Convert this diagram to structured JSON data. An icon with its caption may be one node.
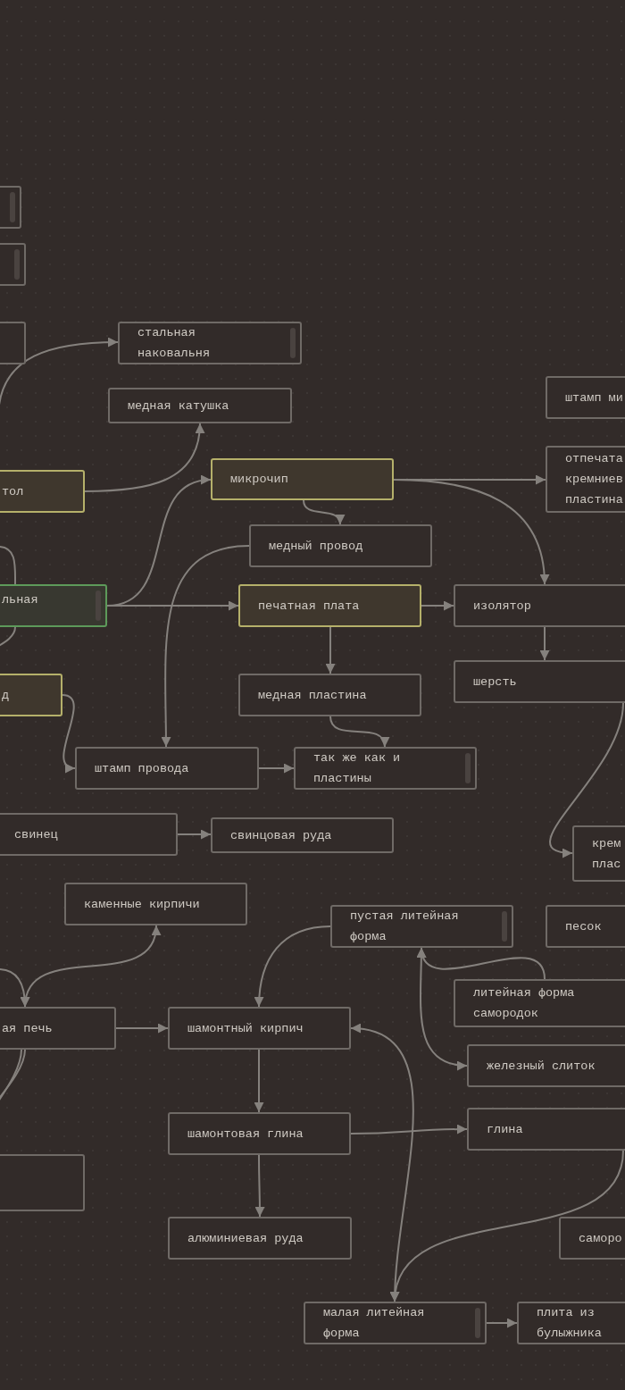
{
  "diagram": {
    "nodes": [
      {
        "text": [],
        "shape": "box"
      },
      {
        "text": [],
        "shape": "box"
      },
      {
        "text": [],
        "shape": "box"
      },
      {
        "text": [
          "стальная наковальня"
        ]
      },
      {
        "text": [
          "медная катушка"
        ]
      },
      {
        "text": [
          "тол"
        ]
      },
      {
        "text": [
          "микрочип"
        ]
      },
      {
        "text": [
          "штамп ми"
        ]
      },
      {
        "text": [
          "отпечата кремниев пластина"
        ]
      },
      {
        "text": [
          "медный провод"
        ]
      },
      {
        "text": [
          "льная"
        ]
      },
      {
        "text": [
          "печатная плата"
        ]
      },
      {
        "text": [
          "изолятор"
        ]
      },
      {
        "text": [
          "шерсть"
        ]
      },
      {
        "text": [
          "д"
        ]
      },
      {
        "text": [
          "медная пластина"
        ]
      },
      {
        "text": [
          "штамп провода"
        ]
      },
      {
        "text": [
          "так же как и пластины"
        ]
      },
      {
        "text": [
          "свинец"
        ]
      },
      {
        "text": [
          "свинцовая руда"
        ]
      },
      {
        "text": [
          "крем плас"
        ]
      },
      {
        "text": [
          "каменные кирпичи"
        ]
      },
      {
        "text": [
          "пустая литейная форма"
        ]
      },
      {
        "text": [
          "песок"
        ]
      },
      {
        "text": [
          "литейная форма самородок"
        ]
      },
      {
        "text": [
          "ая печь"
        ]
      },
      {
        "text": [
          "шамонтный кирпич"
        ]
      },
      {
        "text": [
          "железный слиток"
        ]
      },
      {
        "text": [
          "шамонтовая глина"
        ]
      },
      {
        "text": [
          "глина"
        ]
      },
      {
        "text": [],
        "shape": "box"
      },
      {
        "text": [
          "алюминиевая руда"
        ]
      },
      {
        "text": [
          "саморо"
        ]
      },
      {
        "text": [
          "малая литейная форма"
        ]
      },
      {
        "text": [
          "плита из булыжника"
        ]
      }
    ],
    "edges": [
      {
        "from": null,
        "to": 3,
        "arrow": "to"
      },
      {
        "from": 5,
        "to": 4,
        "arrow": "to"
      },
      {
        "from": 10,
        "to": 6,
        "arrow": "to"
      },
      {
        "from": 10,
        "to": 11,
        "arrow": "to"
      },
      {
        "from": 6,
        "to": 8,
        "arrow": "to"
      },
      {
        "from": 6,
        "to": 12,
        "arrow": "to"
      },
      {
        "from": 6,
        "to": 9,
        "arrow": "to"
      },
      {
        "from": 9,
        "to": 16,
        "arrow": "to"
      },
      {
        "from": 11,
        "to": 12,
        "arrow": "to"
      },
      {
        "from": 11,
        "to": 15,
        "arrow": "to"
      },
      {
        "from": 12,
        "to": 13,
        "arrow": "to"
      },
      {
        "from": 15,
        "to": 17,
        "arrow": "to"
      },
      {
        "from": 14,
        "to": 16,
        "arrow": "to"
      },
      {
        "from": 16,
        "to": 17,
        "arrow": "to"
      },
      {
        "from": 13,
        "to": 20,
        "arrow": "to"
      },
      {
        "from": 18,
        "to": 19,
        "arrow": "to"
      },
      {
        "from": 21,
        "to": 25,
        "arrow": "both"
      },
      {
        "from": null,
        "to": 25,
        "arrow": "to"
      },
      {
        "from": 25,
        "to": 26,
        "arrow": "to"
      },
      {
        "from": 22,
        "to": 26,
        "arrow": "to"
      },
      {
        "from": 24,
        "to": 22,
        "arrow": "to"
      },
      {
        "from": 22,
        "to": 27,
        "arrow": "both"
      },
      {
        "from": 26,
        "to": 33,
        "arrow": "both"
      },
      {
        "from": 28,
        "to": 29,
        "arrow": "to"
      },
      {
        "from": 26,
        "to": 28,
        "arrow": "to"
      },
      {
        "from": 28,
        "to": 31,
        "arrow": "to"
      },
      {
        "from": 29,
        "to": 33,
        "arrow": "to"
      },
      {
        "from": 33,
        "to": 34,
        "arrow": "to"
      },
      {
        "from": 25,
        "to": null,
        "arrow": "none"
      },
      {
        "from": 25,
        "to": null,
        "arrow": "none"
      },
      {
        "from": null,
        "to": 10,
        "arrow": "none"
      },
      {
        "from": 10,
        "to": null,
        "arrow": "none"
      }
    ]
  }
}
